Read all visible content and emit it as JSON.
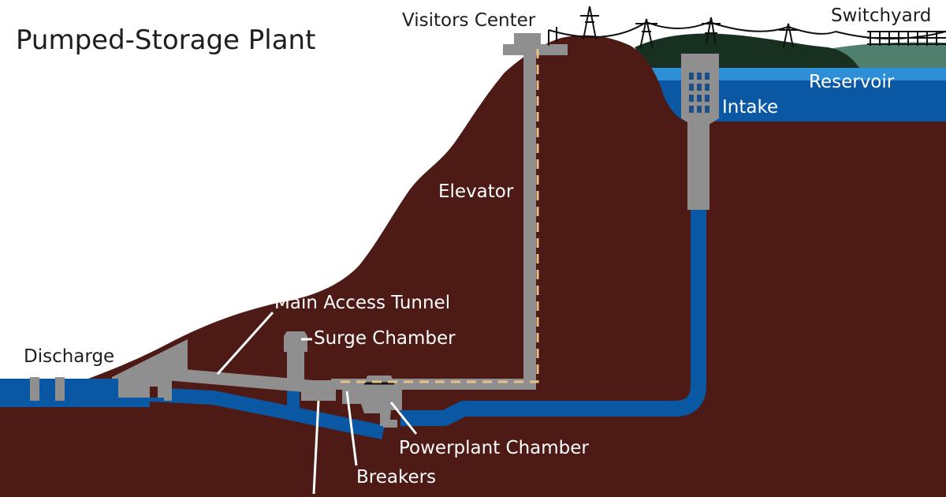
{
  "title": "Pumped-Storage Plant",
  "labels": {
    "visitors_center": "Visitors Center",
    "switchyard": "Switchyard",
    "reservoir": "Reservoir",
    "intake": "Intake",
    "elevator": "Elevator",
    "main_access_tunnel": "Main Access Tunnel",
    "surge_chamber": "Surge Chamber",
    "discharge": "Discharge",
    "powerplant_chamber": "Powerplant Chamber",
    "breakers": "Breakers"
  },
  "colors": {
    "ground": "#4e1a15",
    "water_dark": "#0a57a4",
    "water_light": "#2f8fd6",
    "structure": "#8f8f8f",
    "hill": "#18301f",
    "hill_light": "#4f7f6d",
    "elevator_path": "#e8c08a",
    "pylon": "#111111"
  }
}
